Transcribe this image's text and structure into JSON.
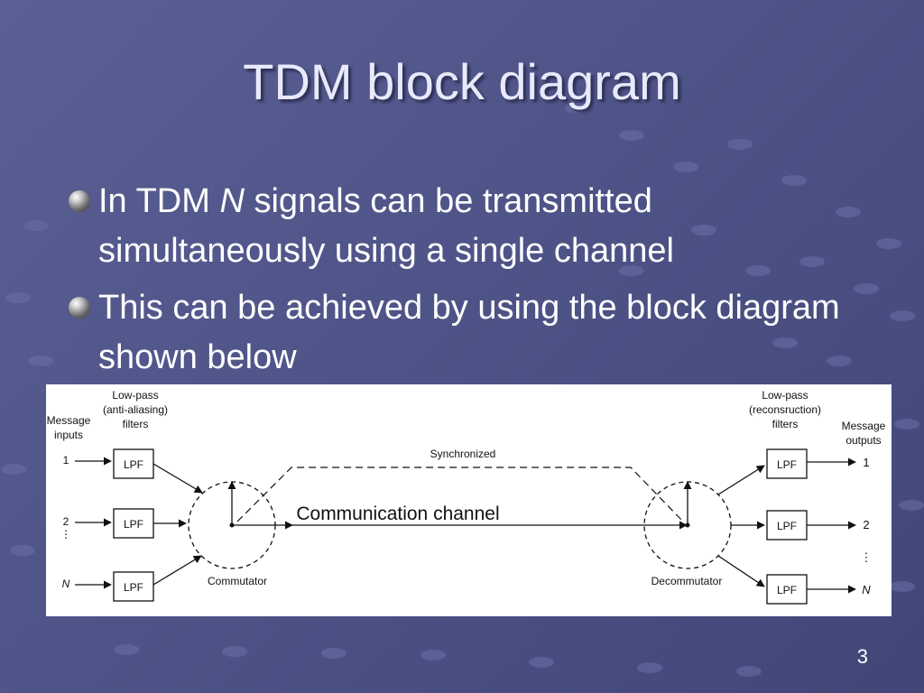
{
  "slide": {
    "title": "TDM block diagram",
    "bullets": [
      {
        "pre": "In TDM ",
        "em": "N",
        "post": " signals can be transmitted simultaneously using a single channel"
      },
      {
        "pre": "This can be achieved by using the block diagram shown below",
        "em": "",
        "post": ""
      }
    ],
    "page_number": "3"
  },
  "diagram": {
    "tx_filters_label": [
      "Low-pass",
      "(anti-aliasing)",
      "filters"
    ],
    "message_inputs_label": [
      "Message",
      "inputs"
    ],
    "rx_filters_label": [
      "Low-pass",
      "(reconsruction)",
      "filters"
    ],
    "message_outputs_label": [
      "Message",
      "outputs"
    ],
    "lpf_label": "LPF",
    "input_indices": [
      "1",
      "2",
      "N"
    ],
    "output_indices": [
      "1",
      "2",
      "N"
    ],
    "synchronized_label": "Synchronized",
    "channel_label": "Communication channel",
    "commutator_label": "Commutator",
    "decommutator_label": "Decommutator"
  }
}
